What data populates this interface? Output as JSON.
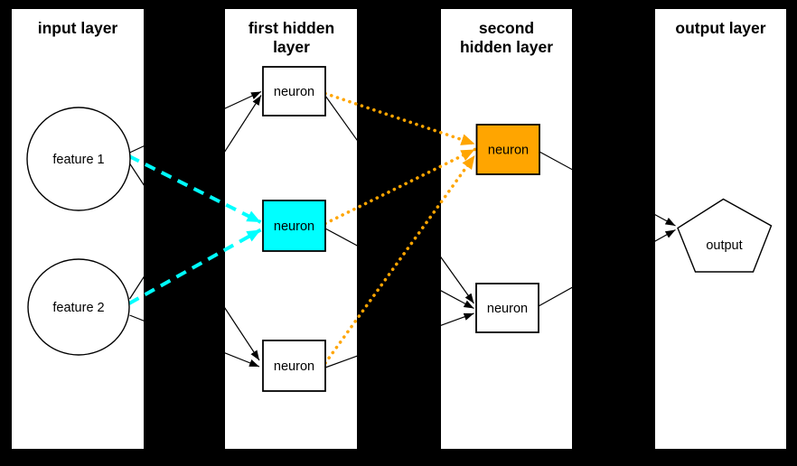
{
  "diagram": {
    "type": "neural-network-layer-diagram",
    "colors": {
      "background": "#000000",
      "panel": "#ffffff",
      "outline": "#000000",
      "cyan": "#00ffff",
      "orange": "#ffa500"
    },
    "columns": [
      {
        "id": "input-layer",
        "title_lines": [
          "input layer"
        ]
      },
      {
        "id": "first-hidden-layer",
        "title_lines": [
          "first hidden",
          "layer"
        ]
      },
      {
        "id": "second-hidden-layer",
        "title_lines": [
          "second",
          "hidden layer"
        ]
      },
      {
        "id": "output-layer",
        "title_lines": [
          "output layer"
        ]
      }
    ],
    "nodes": {
      "feature1": {
        "label": "feature 1",
        "shape": "circle",
        "fill": "#ffffff"
      },
      "feature2": {
        "label": "feature 2",
        "shape": "circle",
        "fill": "#ffffff"
      },
      "h1_top": {
        "label": "neuron",
        "shape": "box",
        "fill": "#ffffff"
      },
      "h1_mid": {
        "label": "neuron",
        "shape": "box",
        "fill": "#00ffff"
      },
      "h1_bot": {
        "label": "neuron",
        "shape": "box",
        "fill": "#ffffff"
      },
      "h2_top": {
        "label": "neuron",
        "shape": "box",
        "fill": "#ffa500"
      },
      "h2_bot": {
        "label": "neuron",
        "shape": "box",
        "fill": "#ffffff"
      },
      "output": {
        "label": "output",
        "shape": "pentagon",
        "fill": "#ffffff"
      }
    },
    "edges": [
      {
        "from": "feature1",
        "to": "h1_top",
        "style": "solid",
        "color": "#000000"
      },
      {
        "from": "feature1",
        "to": "h1_mid",
        "style": "dashed",
        "color": "#00ffff"
      },
      {
        "from": "feature1",
        "to": "h1_bot",
        "style": "solid",
        "color": "#000000"
      },
      {
        "from": "feature2",
        "to": "h1_top",
        "style": "solid",
        "color": "#000000"
      },
      {
        "from": "feature2",
        "to": "h1_mid",
        "style": "dashed",
        "color": "#00ffff"
      },
      {
        "from": "feature2",
        "to": "h1_bot",
        "style": "solid",
        "color": "#000000"
      },
      {
        "from": "h1_top",
        "to": "h2_top",
        "style": "dotted",
        "color": "#ffa500"
      },
      {
        "from": "h1_mid",
        "to": "h2_top",
        "style": "dotted",
        "color": "#ffa500"
      },
      {
        "from": "h1_bot",
        "to": "h2_top",
        "style": "dotted",
        "color": "#ffa500"
      },
      {
        "from": "h1_top",
        "to": "h2_bot",
        "style": "solid",
        "color": "#000000"
      },
      {
        "from": "h1_mid",
        "to": "h2_bot",
        "style": "solid",
        "color": "#000000"
      },
      {
        "from": "h1_bot",
        "to": "h2_bot",
        "style": "solid",
        "color": "#000000"
      },
      {
        "from": "h2_top",
        "to": "output",
        "style": "solid",
        "color": "#000000"
      },
      {
        "from": "h2_bot",
        "to": "output",
        "style": "solid",
        "color": "#000000"
      }
    ]
  }
}
